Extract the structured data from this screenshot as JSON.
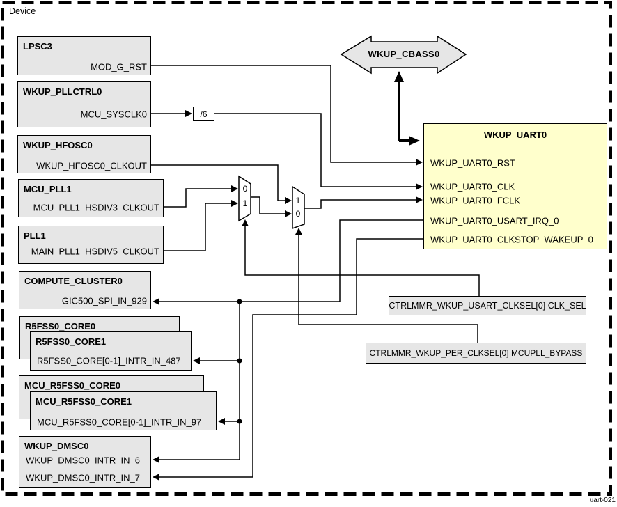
{
  "device_label": "Device",
  "figure_id": "uart-021",
  "colors": {
    "block_fill": "#e6e6e6",
    "uart_fill": "#ffffcc",
    "wire": "#000000"
  },
  "blocks": {
    "lpsc3": {
      "title": "LPSC3",
      "signals": {
        "mod_g_rst": "MOD_G_RST"
      }
    },
    "wkup_pllctrl0": {
      "title": "WKUP_PLLCTRL0",
      "signals": {
        "mcu_sysclk0": "MCU_SYSCLK0"
      }
    },
    "wkup_hfosc0": {
      "title": "WKUP_HFOSC0",
      "signals": {
        "clkout": "WKUP_HFOSC0_CLKOUT"
      }
    },
    "mcu_pll1": {
      "title": "MCU_PLL1",
      "signals": {
        "hsdiv3": "MCU_PLL1_HSDIV3_CLKOUT"
      }
    },
    "pll1": {
      "title": "PLL1",
      "signals": {
        "hsdiv5": "MAIN_PLL1_HSDIV5_CLKOUT"
      }
    },
    "compute_cluster0": {
      "title": "COMPUTE_CLUSTER0",
      "signals": {
        "gic": "GIC500_SPI_IN_929"
      }
    },
    "r5fss0_core0": {
      "title": "R5FSS0_CORE0"
    },
    "r5fss0_core1": {
      "title": "R5FSS0_CORE1",
      "signals": {
        "intr": "R5FSS0_CORE[0-1]_INTR_IN_487"
      }
    },
    "mcu_r5fss0_core0": {
      "title": "MCU_R5FSS0_CORE0"
    },
    "mcu_r5fss0_core1": {
      "title": "MCU_R5FSS0_CORE1",
      "signals": {
        "intr": "MCU_R5FSS0_CORE[0-1]_INTR_IN_97"
      }
    },
    "wkup_dmsc0": {
      "title": "WKUP_DMSC0",
      "signals": {
        "intr6": "WKUP_DMSC0_INTR_IN_6",
        "intr7": "WKUP_DMSC0_INTR_IN_7"
      }
    },
    "wkup_cbass0": {
      "title": "WKUP_CBASS0"
    },
    "wkup_uart0": {
      "title": "WKUP_UART0",
      "signals": {
        "rst": "WKUP_UART0_RST",
        "clk": "WKUP_UART0_CLK",
        "fclk": "WKUP_UART0_FCLK",
        "irq": "WKUP_UART0_USART_IRQ_0",
        "clkstop": "WKUP_UART0_CLKSTOP_WAKEUP_0"
      }
    },
    "divider": {
      "label": "/6"
    },
    "ctrlmmr_usart_clksel": {
      "label": "CTRLMMR_WKUP_USART_CLKSEL[0] CLK_SEL"
    },
    "ctrlmmr_per_clksel": {
      "label": "CTRLMMR_WKUP_PER_CLKSEL[0] MCUPLL_BYPASS"
    }
  },
  "muxes": {
    "clk_sel_mux": {
      "input_top": "0",
      "input_bottom": "1"
    },
    "bypass_mux": {
      "input_top": "1",
      "input_bottom": "0"
    }
  }
}
